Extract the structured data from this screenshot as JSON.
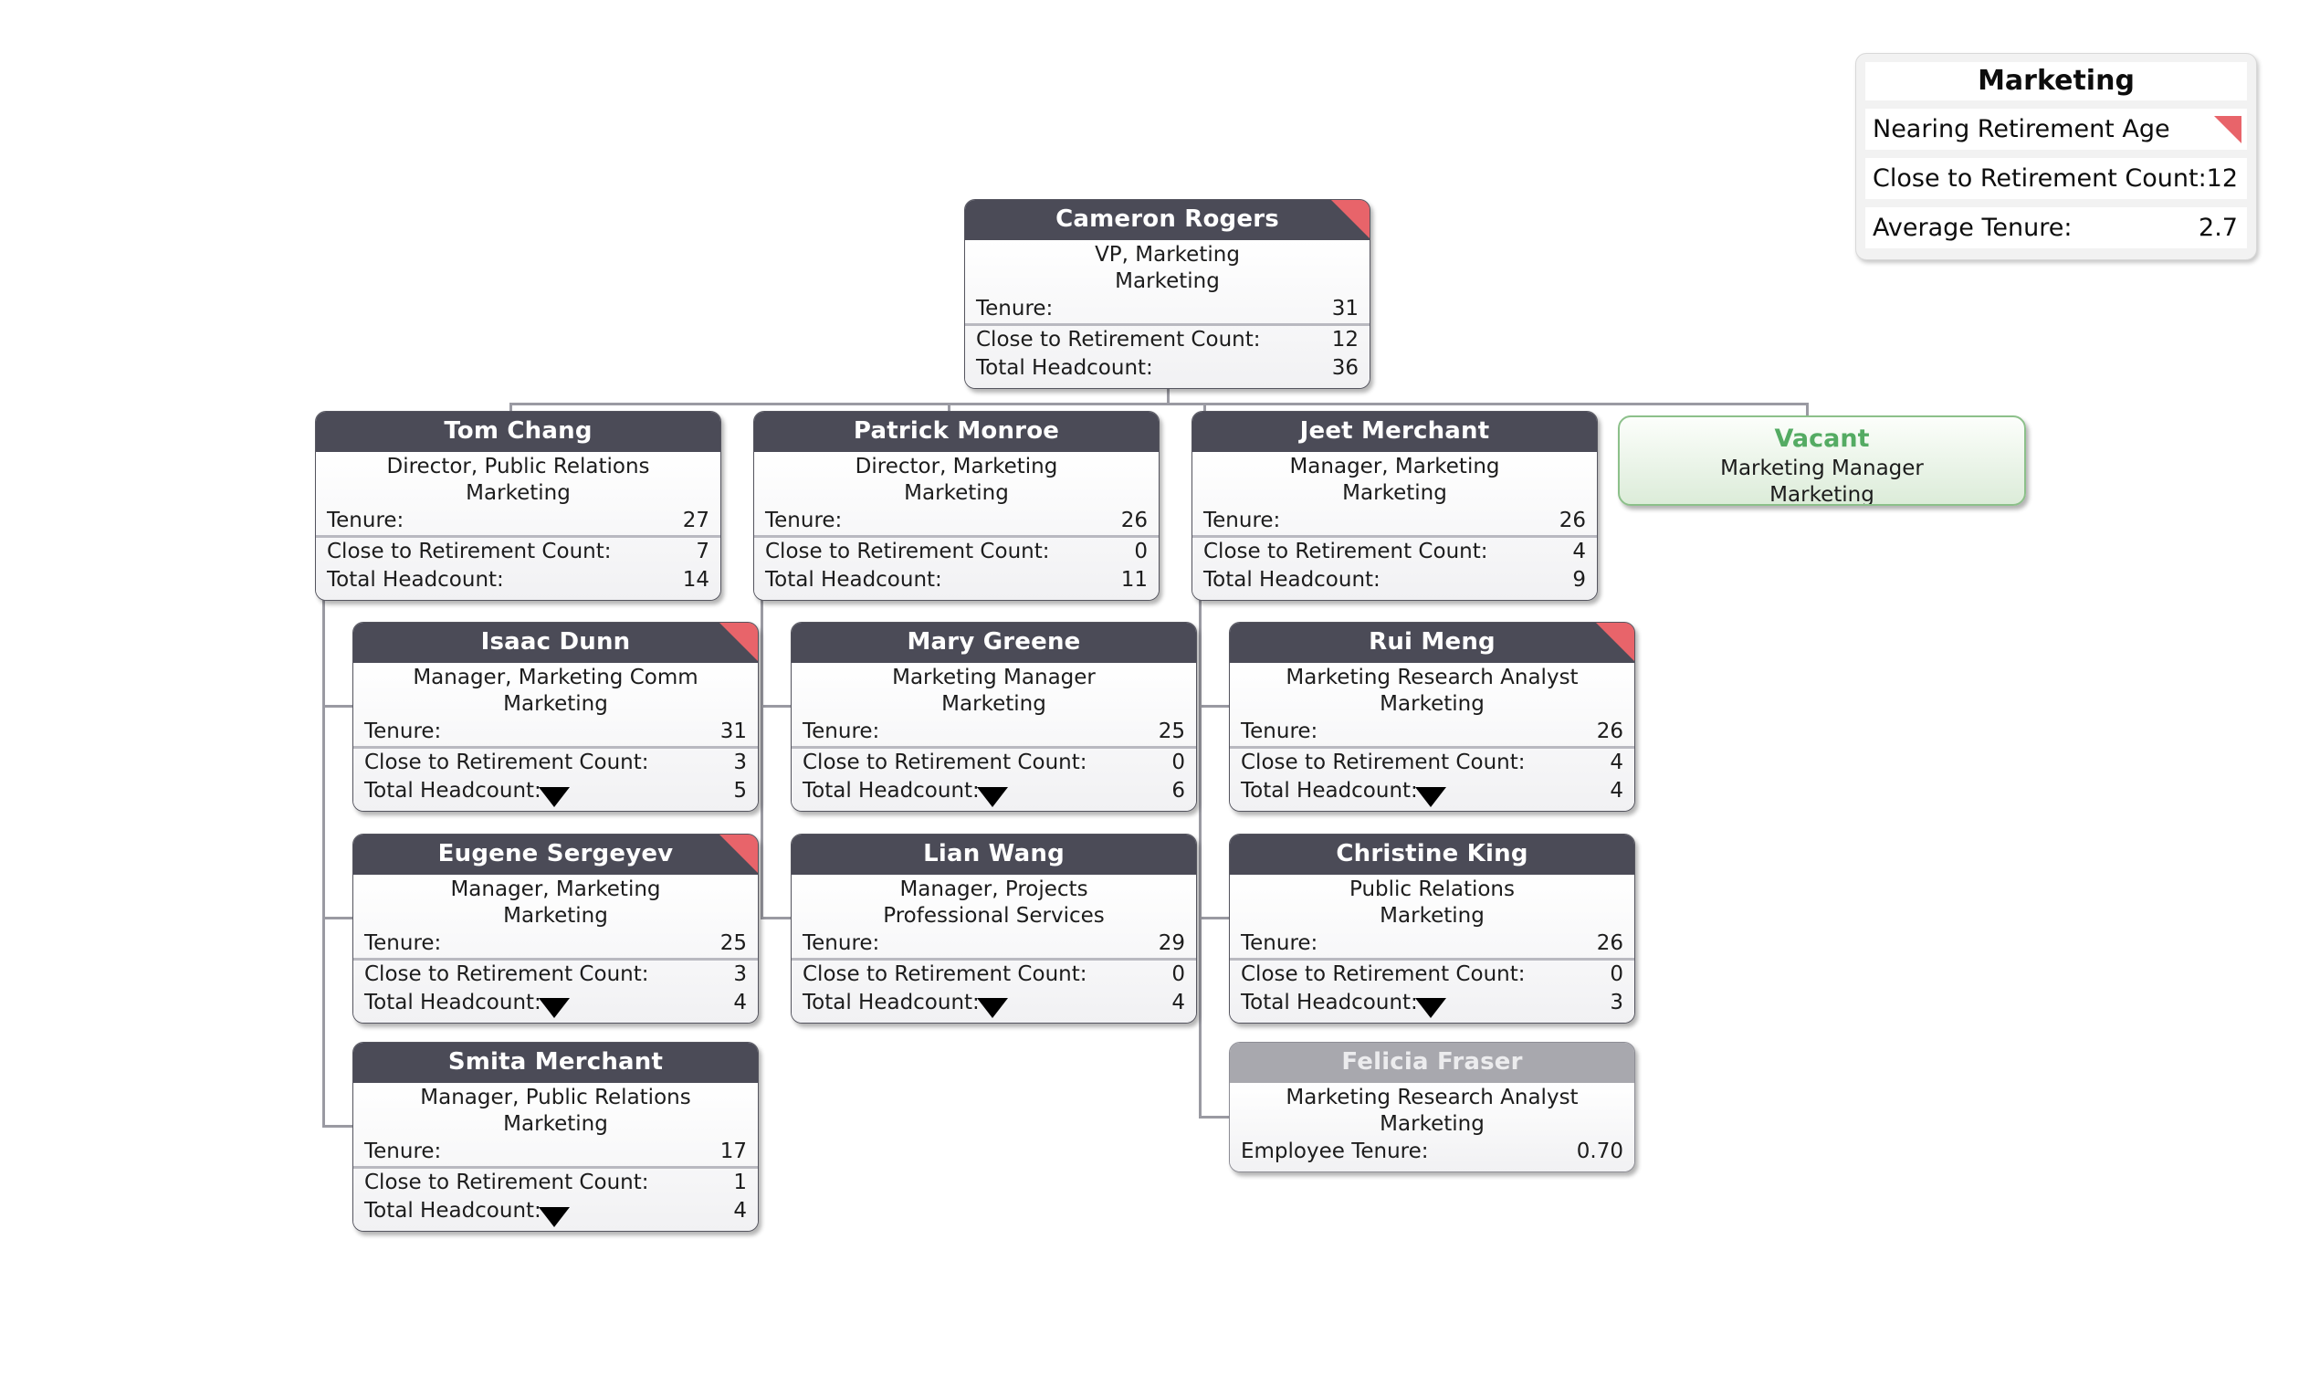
{
  "legend": {
    "title": "Marketing",
    "flag_label": "Nearing Retirement Age",
    "flag_color": "#e8646a",
    "rows": [
      {
        "label": "Close to Retirement Count:",
        "value": "12"
      },
      {
        "label": "Average Tenure:",
        "value": "2.7"
      }
    ]
  },
  "labels": {
    "tenure": "Tenure:",
    "close_to_retirement": "Close to Retirement Count:",
    "total_headcount": "Total Headcount:",
    "employee_tenure": "Employee Tenure:"
  },
  "colors": {
    "header": "#4b4b57",
    "header_inactive": "#a8a8ae",
    "flag": "#e8646a",
    "vacant_text": "#54ab63",
    "connector": "#9a9aa2"
  },
  "nodes": {
    "cameron": {
      "name": "Cameron Rogers",
      "title": "VP, Marketing",
      "dept": "Marketing",
      "tenure": "31",
      "close_to_retirement": "12",
      "total_headcount": "36"
    },
    "tom": {
      "name": "Tom Chang",
      "title": "Director, Public Relations",
      "dept": "Marketing",
      "tenure": "27",
      "close_to_retirement": "7",
      "total_headcount": "14"
    },
    "patrick": {
      "name": "Patrick Monroe",
      "title": "Director, Marketing",
      "dept": "Marketing",
      "tenure": "26",
      "close_to_retirement": "0",
      "total_headcount": "11"
    },
    "jeet": {
      "name": "Jeet Merchant",
      "title": "Manager, Marketing",
      "dept": "Marketing",
      "tenure": "26",
      "close_to_retirement": "4",
      "total_headcount": "9"
    },
    "vacant": {
      "name": "Vacant",
      "title": "Marketing Manager",
      "dept": "Marketing"
    },
    "isaac": {
      "name": "Isaac Dunn",
      "title": "Manager, Marketing Comm",
      "dept": "Marketing",
      "tenure": "31",
      "close_to_retirement": "3",
      "total_headcount": "5"
    },
    "mary": {
      "name": "Mary Greene",
      "title": "Marketing Manager",
      "dept": "Marketing",
      "tenure": "25",
      "close_to_retirement": "0",
      "total_headcount": "6"
    },
    "rui": {
      "name": "Rui Meng",
      "title": "Marketing Research Analyst",
      "dept": "Marketing",
      "tenure": "26",
      "close_to_retirement": "4",
      "total_headcount": "4"
    },
    "eugene": {
      "name": "Eugene Sergeyev",
      "title": "Manager, Marketing",
      "dept": "Marketing",
      "tenure": "25",
      "close_to_retirement": "3",
      "total_headcount": "4"
    },
    "lian": {
      "name": "Lian Wang",
      "title": "Manager, Projects",
      "dept": "Professional Services",
      "tenure": "29",
      "close_to_retirement": "0",
      "total_headcount": "4"
    },
    "christine": {
      "name": "Christine King",
      "title": "Public Relations",
      "dept": "Marketing",
      "tenure": "26",
      "close_to_retirement": "0",
      "total_headcount": "3"
    },
    "smita": {
      "name": "Smita Merchant",
      "title": "Manager, Public Relations",
      "dept": "Marketing",
      "tenure": "17",
      "close_to_retirement": "1",
      "total_headcount": "4"
    },
    "felicia": {
      "name": "Felicia Fraser",
      "title": "Marketing Research Analyst",
      "dept": "Marketing",
      "employee_tenure": "0.70"
    }
  }
}
